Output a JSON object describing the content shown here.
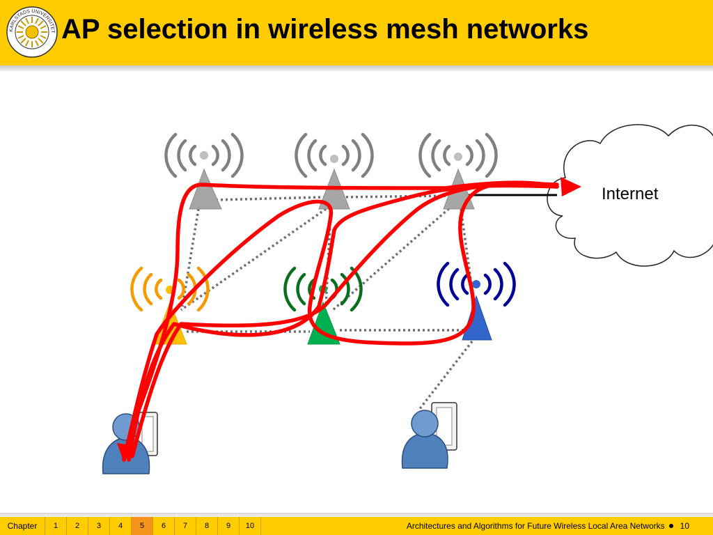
{
  "slide": {
    "title": "AP selection in wireless mesh networks"
  },
  "logo": {
    "text": "KARLSTADS UNIVERSITET"
  },
  "diagram": {
    "cloud_label": "Internet"
  },
  "footer": {
    "chapter_label": "Chapter",
    "chapters": [
      "1",
      "2",
      "3",
      "4",
      "5",
      "6",
      "7",
      "8",
      "9",
      "10"
    ],
    "active_chapter": "5",
    "course_title": "Architectures and Algorithms for Future Wireless Local Area Networks",
    "slide_number": "10"
  },
  "colors": {
    "header": "#ffcc00",
    "gray_ap": "#a6a6a6",
    "orange_ap": "#ffc000",
    "green_ap": "#00b050",
    "blue_ap": "#3366cc",
    "path": "#ff0000",
    "active_chapter": "#f7941d"
  }
}
